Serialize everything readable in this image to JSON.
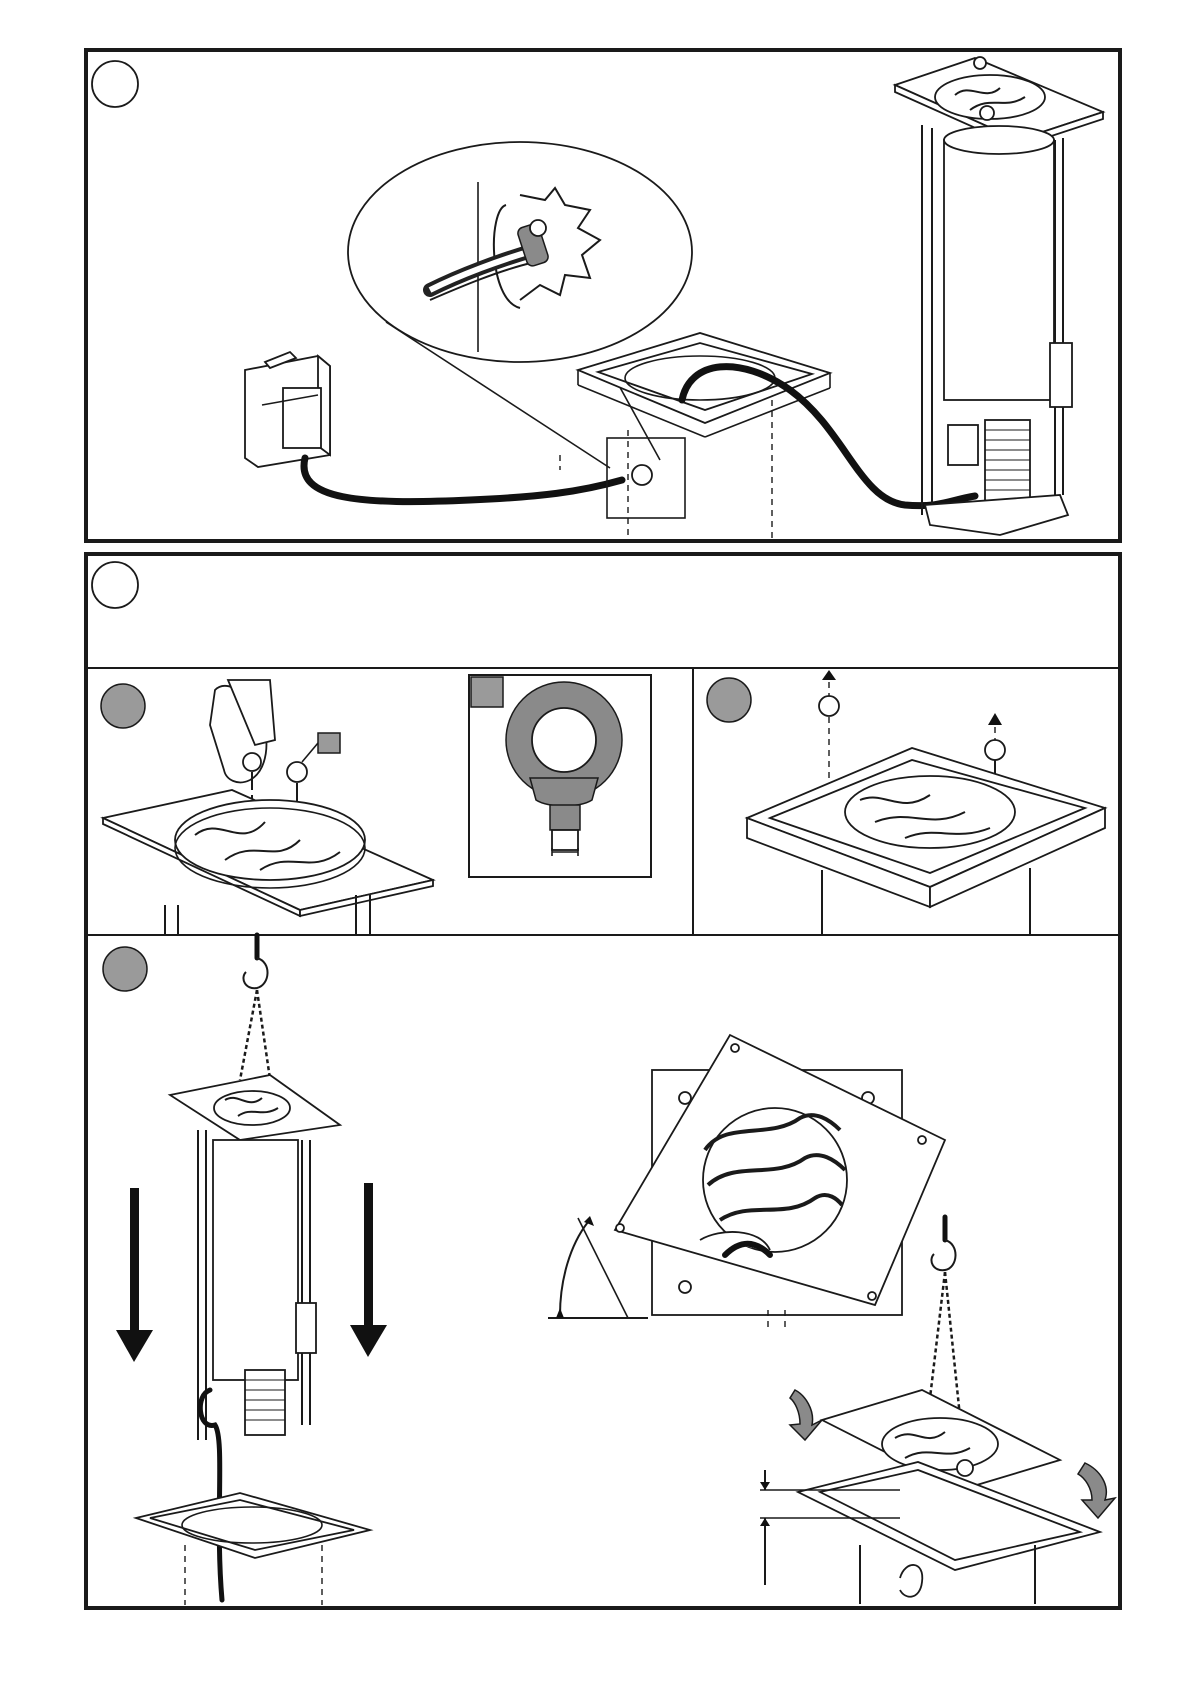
{
  "page": {
    "title": "",
    "panel_top": {
      "step_number": ""
    },
    "panel_bottom": {
      "step_number": ""
    },
    "sub_panels": [
      {
        "id": "eyebolt-insert",
        "badge_label": ""
      },
      {
        "id": "eyebolt-detail",
        "badge_label": ""
      },
      {
        "id": "eyebolt-remove",
        "badge_label": ""
      },
      {
        "id": "lowering",
        "badge_label": ""
      }
    ],
    "colors": {
      "line": "#1a1a1a",
      "badge": "#9a9a9a",
      "detail_grey": "#8a8a8a",
      "background": "#ffffff"
    }
  }
}
